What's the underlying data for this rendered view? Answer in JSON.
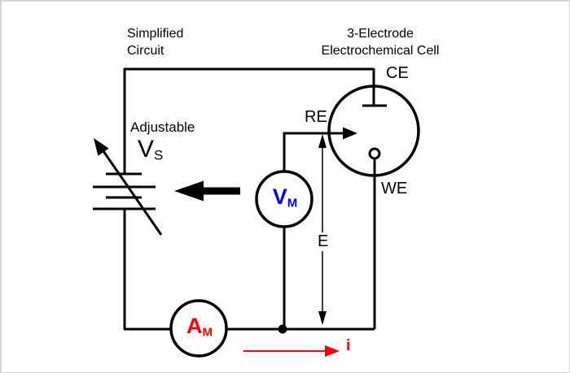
{
  "titles": {
    "left": {
      "line1": "Simplified",
      "line2": "Circuit"
    },
    "right": {
      "line1": "3-Electrode",
      "line2": "Electrochemical Cell"
    }
  },
  "labels": {
    "adjustable": "Adjustable",
    "counter_electrode": "CE",
    "reference_electrode": "RE",
    "working_electrode": "WE",
    "potential": "E",
    "current": "i"
  },
  "meters": {
    "source": {
      "main": "V",
      "sub": "S"
    },
    "voltmeter": {
      "main": "V",
      "sub": "M"
    },
    "ammeter": {
      "main": "A",
      "sub": "M"
    }
  },
  "colors": {
    "wire": "#000000",
    "voltmeter_label": "#0000ff",
    "ammeter_label": "#ff0000",
    "current": "#ff0000",
    "background": "#ffffff",
    "frame_border": "#d4d4d4"
  }
}
